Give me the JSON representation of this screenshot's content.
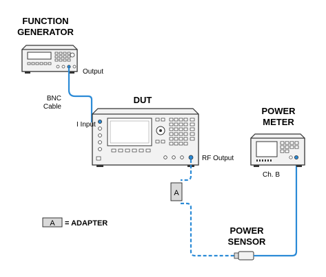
{
  "labels": {
    "fg_line1": "FUNCTION",
    "fg_line2": "GENERATOR",
    "fg_output": "Output",
    "bnc_line1": "BNC",
    "bnc_line2": "Cable",
    "dut": "DUT",
    "i_input": "I Input",
    "rf_output": "RF Output",
    "pm_line1": "POWER",
    "pm_line2": "METER",
    "ch_b": "Ch. B",
    "adapter_box": "A",
    "legend_box": "A",
    "legend_text": "= ADAPTER",
    "ps_line1": "POWER",
    "ps_line2": "SENSOR"
  },
  "colors": {
    "cable": "#2a8ad6",
    "instrument_face": "#f2f2f2",
    "instrument_outline": "#333333",
    "adapter_fill": "#d9d9d9"
  }
}
